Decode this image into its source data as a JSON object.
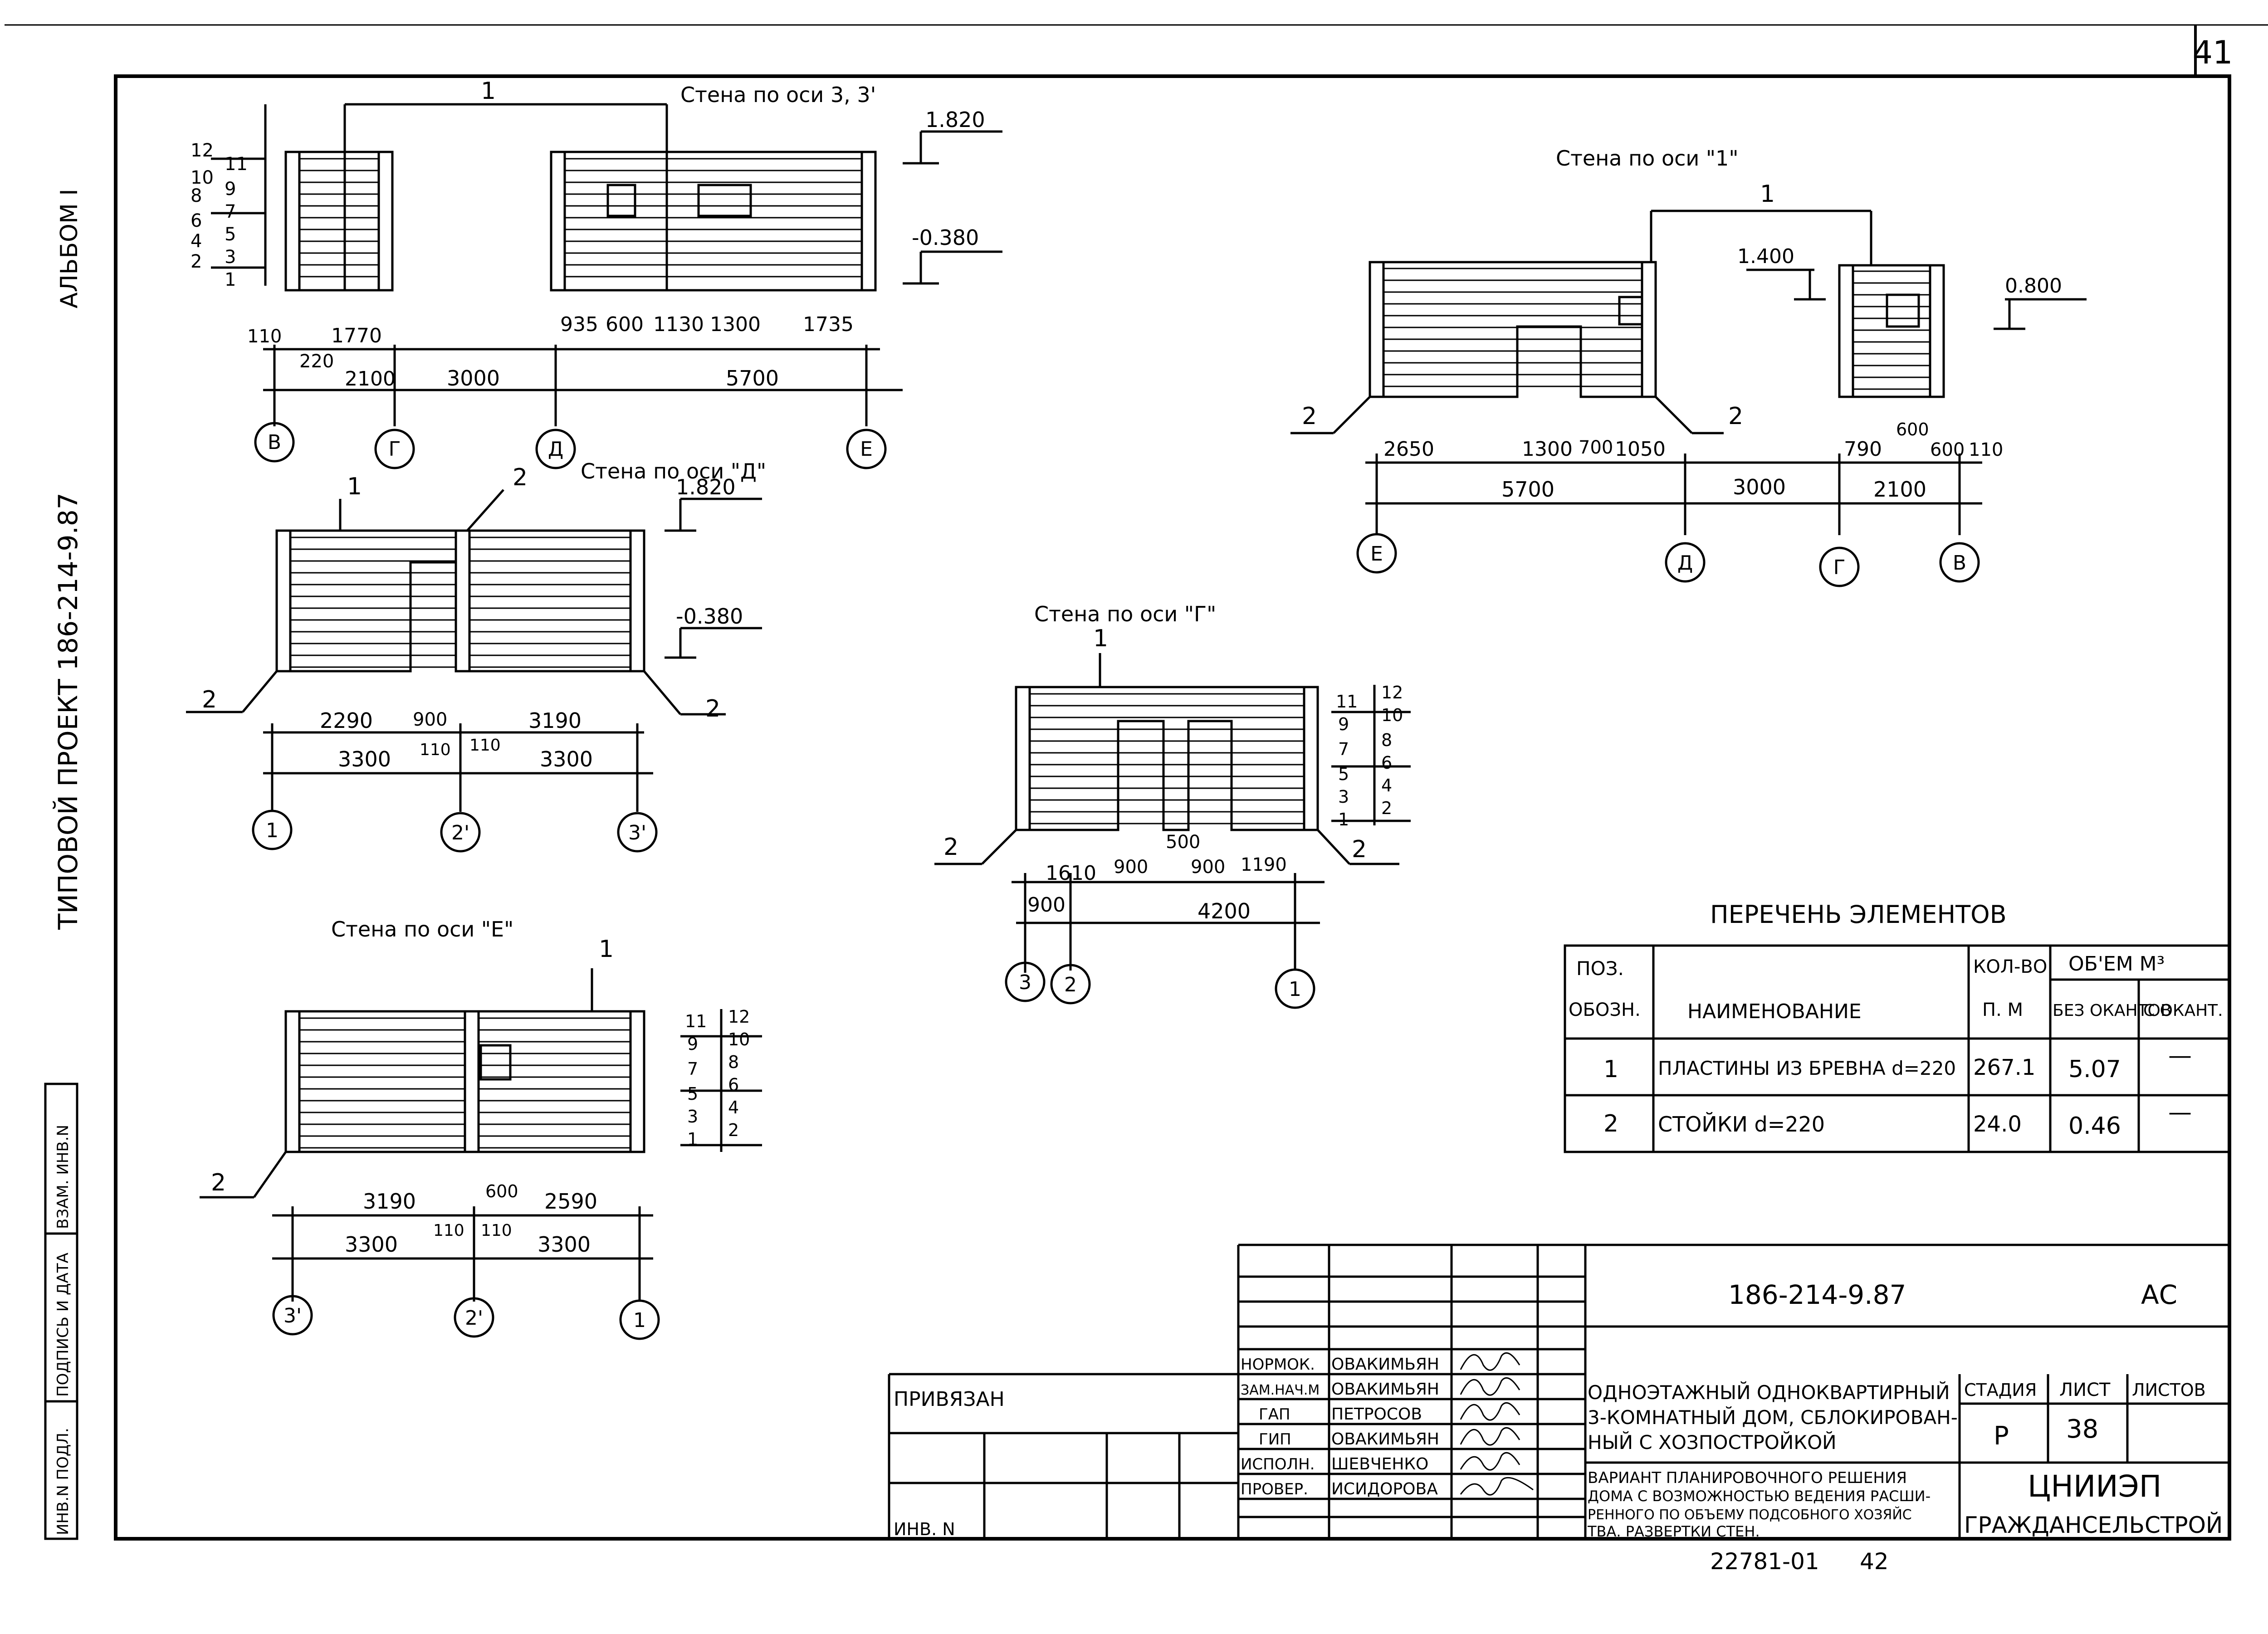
{
  "sheet_number": "41",
  "album": "АЛЬБОМ I",
  "project": "ТИПОВОЙ ПРОЕКТ 186-214-9.87",
  "stamps": {
    "inv_podl": "ИНВ.N ПОДЛ.",
    "podpis": "ПОДПИСЬ И ДАТА",
    "vzam": "ВЗАМ. ИНВ.N"
  },
  "views": {
    "axis33": {
      "title": "Стена по оси 3, 3'",
      "mark": "1",
      "level_top": "1.820",
      "level_bottom": "-0.380",
      "course_left": [
        "12",
        "10",
        "8",
        "6",
        "4",
        "2"
      ],
      "course_right": [
        "11",
        "9",
        "7",
        "5",
        "3",
        "1"
      ],
      "dims_top": [
        "110",
        "1770",
        "935",
        "600",
        "1130",
        "1300",
        "1735"
      ],
      "dim_220": "220",
      "dims_bottom": [
        "2100",
        "3000",
        "5700"
      ],
      "axes": [
        "В",
        "Г",
        "Д",
        "Е"
      ]
    },
    "axis1": {
      "title": "Стена по оси \"1\"",
      "mark": "1",
      "corner": "2",
      "level_a": "1.400",
      "level_b": "0.800",
      "dims_top": [
        "2650",
        "1300",
        "700",
        "1050",
        "790",
        "600",
        "600",
        "110"
      ],
      "dims_bottom": [
        "5700",
        "3000",
        "2100"
      ],
      "axes": [
        "Е",
        "Д",
        "Г",
        "В"
      ]
    },
    "axisD": {
      "title": "Стена по оси \"Д\"",
      "mark": "1",
      "corner": "2",
      "level_top": "1.820",
      "level_bottom": "-0.380",
      "dims_top": [
        "2290",
        "900",
        "3190"
      ],
      "dims_bottom": [
        "3300",
        "110",
        "110",
        "3300"
      ],
      "axes": [
        "1",
        "2'",
        "3'"
      ]
    },
    "axisG": {
      "title": "Стена по оси \"Г\"",
      "mark": "1",
      "corner": "2",
      "course_left": [
        "11",
        "9",
        "7",
        "5",
        "3",
        "1"
      ],
      "course_right": [
        "12",
        "10",
        "8",
        "6",
        "4",
        "2"
      ],
      "dim_500": "500",
      "dims_top": [
        "1610",
        "900",
        "900",
        "1190"
      ],
      "dims_bottom": [
        "900",
        "4200"
      ],
      "axes": [
        "3",
        "2",
        "1"
      ]
    },
    "axisE": {
      "title": "Стена по оси \"Е\"",
      "mark": "1",
      "corner": "2",
      "course_left": [
        "11",
        "9",
        "7",
        "5",
        "3",
        "1"
      ],
      "course_right": [
        "12",
        "10",
        "8",
        "6",
        "4",
        "2"
      ],
      "dims_top": [
        "3190",
        "600",
        "2590"
      ],
      "dims_bottom": [
        "3300",
        "110",
        "110",
        "3300"
      ],
      "axes": [
        "3'",
        "2'",
        "1"
      ]
    }
  },
  "spec": {
    "title": "ПЕРЕЧЕНЬ ЭЛЕМЕНТОВ",
    "h_pos1": "ПОЗ.",
    "h_pos2": "ОБОЗН.",
    "h_name": "НАИМЕНОВАНИЕ",
    "h_qty1": "КОЛ-ВО",
    "h_qty2": "П. М",
    "h_vol": "ОБ'ЕМ М³",
    "h_vol_a": "БЕЗ ОКАНТОВ",
    "h_vol_b": "С ОКАНТ.",
    "rows": [
      {
        "pos": "1",
        "name": "ПЛАСТИНЫ ИЗ БРЕВНА d=220",
        "qty": "267.1",
        "vol_a": "5.07",
        "vol_b": "—"
      },
      {
        "pos": "2",
        "name": "СТОЙКИ      d=220",
        "qty": "24.0",
        "vol_a": "0.46",
        "vol_b": "—"
      }
    ]
  },
  "title_block": {
    "code": "186-214-9.87",
    "section": "АС",
    "privyazan": "ПРИВЯЗАН",
    "inv": "ИНВ. N",
    "roles": [
      "НОРМОК.",
      "ЗАМ.НАЧ.М",
      "ГАП",
      "ГИП",
      "ИСПОЛН.",
      "ПРОВЕР."
    ],
    "names": [
      "ОВАКИМЬЯН",
      "ОВАКИМЬЯН",
      "ПЕТРОСОВ",
      "ОВАКИМЬЯН",
      "ШЕВЧЕНКО",
      "ИСИДОРОВА"
    ],
    "object_lines": [
      "ОДНОЭТАЖНЫЙ ОДНОКВАРТИРНЫЙ",
      "3-КОМНАТНЫЙ ДОМ, СБЛОКИРОВАН-",
      "НЫЙ С ХОЗПОСТРОЙКОЙ"
    ],
    "sheet_lines": [
      "ВАРИАНТ ПЛАНИРОВОЧНОГО РЕШЕНИЯ",
      "ДОМА С ВОЗМОЖНОСТЬЮ ВЕДЕНИЯ РАСШИ-",
      "РЕННОГО ПО ОБЪЕМУ ПОДСОБНОГО ХОЗЯЙС",
      "ТВА. РАЗВЕРТКИ СТЕН."
    ],
    "h_stage": "СТАДИЯ",
    "h_sheet": "ЛИСТ",
    "h_sheets": "ЛИСТОВ",
    "stage": "Р",
    "sheet": "38",
    "org1": "ЦНИИЭП",
    "org2": "ГРАЖДАНСЕЛЬСТРОЙ",
    "archive": "22781-01",
    "archive_page": "42"
  }
}
